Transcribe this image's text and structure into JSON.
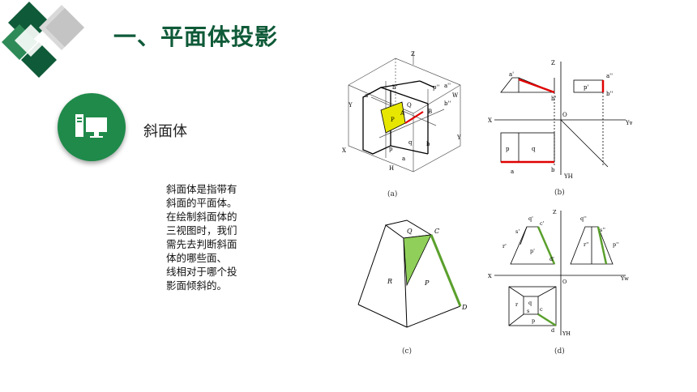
{
  "title": "一、平面体投影",
  "section": {
    "icon": "monitor-icon",
    "label": "斜面体"
  },
  "description_lines": [
    "斜面体是指带有",
    "斜面的平面体。",
    "在绘制斜面体的",
    "三视图时，我们",
    "需先去判断斜面",
    "体的哪些面、",
    "线相对于哪个投",
    "影面倾斜的。"
  ],
  "figures": {
    "a": {
      "caption": "(a)",
      "labels": [
        "Z",
        "Y",
        "X",
        "Y",
        "a'",
        "b'",
        "p''",
        "a''",
        "b''",
        "Q",
        "A",
        "B",
        "P",
        "q",
        "a",
        "b",
        "p",
        "H",
        "W"
      ]
    },
    "b": {
      "caption": "(b)",
      "labels": [
        "Z",
        "a'",
        "b'",
        "p'",
        "a''",
        "b''",
        "X",
        "O",
        "Yw",
        "p",
        "q",
        "a",
        "b",
        "YH"
      ]
    },
    "c": {
      "caption": "(c)",
      "labels": [
        "Q",
        "C",
        "R",
        "P",
        "D"
      ]
    },
    "d": {
      "caption": "(d)",
      "labels": [
        "Z",
        "q'",
        "c'",
        "s'",
        "r'",
        "p'",
        "d'",
        "q''",
        "s''",
        "r''",
        "p''",
        "X",
        "O",
        "Yw",
        "r",
        "q",
        "s",
        "c",
        "p",
        "d",
        "YH"
      ]
    }
  },
  "colors": {
    "brand": "#0f5a38",
    "badge": "#1f8a4a",
    "highlight_red": "#e00000",
    "highlight_green": "#5aa02c",
    "highlight_yellow": "#e6e600"
  }
}
